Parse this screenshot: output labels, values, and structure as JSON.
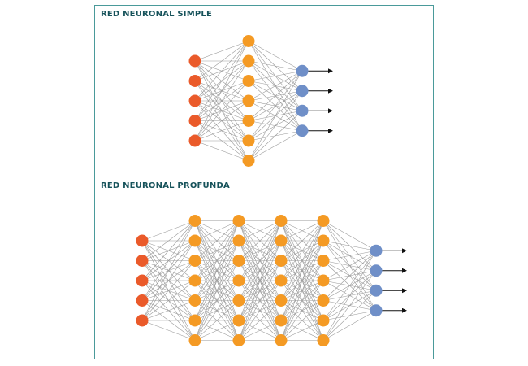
{
  "diagram": {
    "simple_title": "RED NEURONAL SIMPLE",
    "deep_title": "RED NEURONAL PROFUNDA"
  },
  "colors": {
    "input": "#ea5a2a",
    "hidden": "#f49a24",
    "output": "#6f8fc8",
    "edge": "#9a9a9a",
    "arrow": "#111111",
    "border": "#4a9a9a",
    "title": "#16525a"
  },
  "networks": [
    {
      "name": "simple",
      "layers": [
        5,
        7,
        4
      ],
      "kinds": [
        "input",
        "hidden",
        "output"
      ]
    },
    {
      "name": "deep",
      "layers": [
        5,
        7,
        7,
        7,
        7,
        4
      ],
      "kinds": [
        "input",
        "hidden",
        "hidden",
        "hidden",
        "hidden",
        "output"
      ]
    }
  ]
}
